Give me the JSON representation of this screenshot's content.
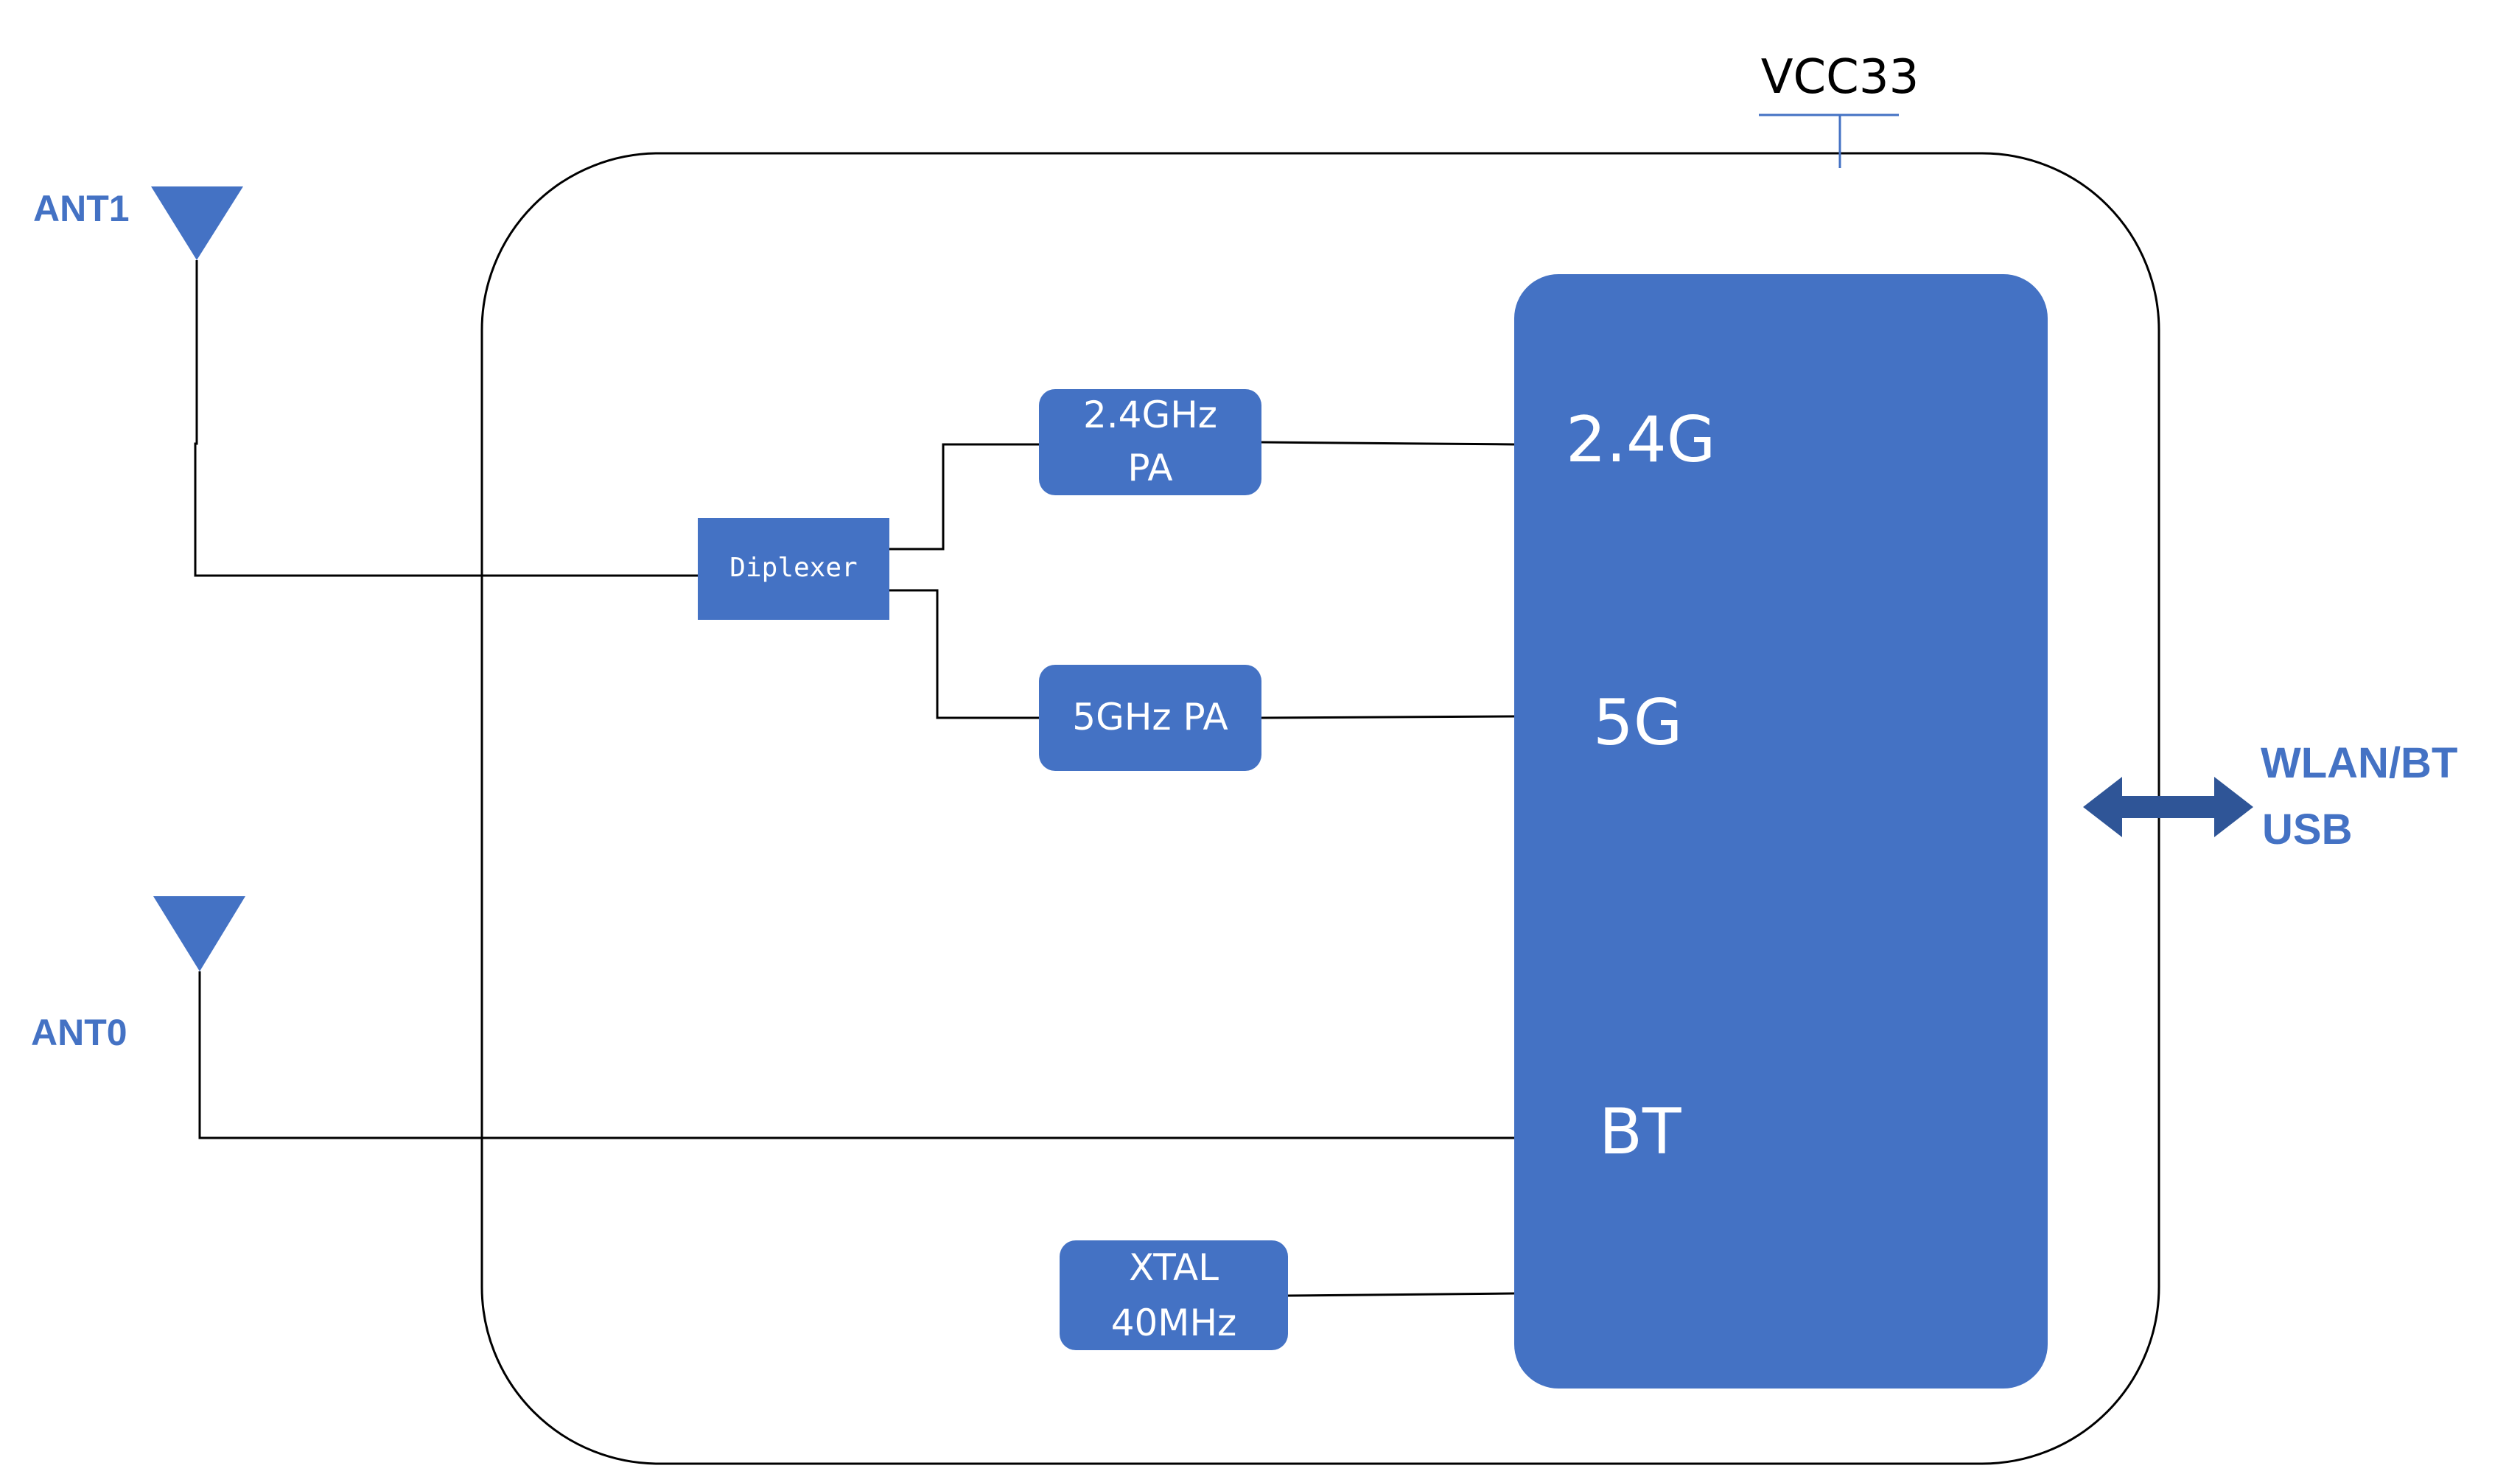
{
  "colors": {
    "block_fill": "#4472C4",
    "block_text": "#FFFFFF",
    "label_blue": "#4472C4",
    "arrow_fill": "#2F5597",
    "line": "#000000",
    "vcc_line": "#4472C4"
  },
  "power": {
    "label": "VCC33"
  },
  "antennas": {
    "ant1": "ANT1",
    "ant0": "ANT0"
  },
  "blocks": {
    "diplexer": "Diplexer",
    "pa_24_line1": "2.4GHz",
    "pa_24_line2": "PA",
    "pa_5": "5GHz PA",
    "xtal_line1": "XTAL",
    "xtal_line2": "40MHz"
  },
  "chip": {
    "port_24": "2.4G",
    "port_5": "5G",
    "port_bt": "BT"
  },
  "interface": {
    "line1": "WLAN/BT",
    "line2": "USB"
  },
  "icons": {
    "antenna": "antenna-triangle-icon",
    "interface_arrow": "double-arrow-icon"
  }
}
